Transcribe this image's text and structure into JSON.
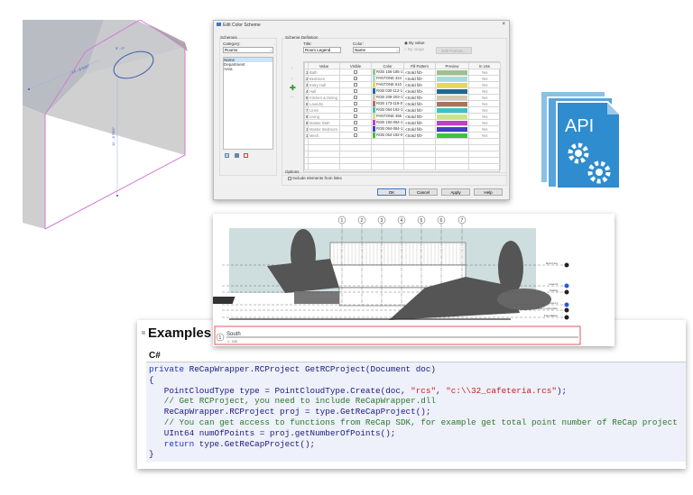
{
  "dialog": {
    "title": "Edit Color Scheme",
    "close_label": "×",
    "schemes_label": "Schemes",
    "category_label": "Category:",
    "category_value": "Rooms",
    "schemes_list": [
      "Name",
      "Department",
      "Area"
    ],
    "scheme_definition_label": "Scheme Definition",
    "title_label": "Title:",
    "title_value": "Room Legend",
    "color_label": "Color:",
    "color_value": "Name",
    "by_value_label": "By value",
    "by_range_label": "By range",
    "edit_format_label": "Edit Format...",
    "columns": [
      "Value",
      "Visible",
      "Color",
      "Fill Pattern",
      "Preview",
      "In Use"
    ],
    "rows": [
      {
        "num": "1",
        "value": "Bath",
        "color": "RGB 156-185-1",
        "hex": "#9dc08f",
        "fill": "<Solid fill>",
        "in_use": "Yes"
      },
      {
        "num": "2",
        "value": "Bedroom",
        "color": "PANTONE 324",
        "hex": "#a8dcd8",
        "fill": "<Solid fill>",
        "in_use": "Yes"
      },
      {
        "num": "3",
        "value": "Entry Hall",
        "color": "PANTONE 610",
        "hex": "#e4d85a",
        "fill": "<Solid fill>",
        "in_use": "Yes"
      },
      {
        "num": "4",
        "value": "Hall",
        "color": "RGB 030-112-1",
        "hex": "#1f6a8e",
        "fill": "<Solid fill>",
        "in_use": "Yes"
      },
      {
        "num": "5",
        "value": "Kitchen & Dining",
        "color": "RGB 209-203-1",
        "hex": "#d3c9b1",
        "fill": "<Solid fill>",
        "in_use": "Yes"
      },
      {
        "num": "6",
        "value": "Laundry",
        "color": "RGB 173-118-0",
        "hex": "#ad715c",
        "fill": "<Solid fill>",
        "in_use": "Yes"
      },
      {
        "num": "7",
        "value": "Linen",
        "color": "RGB 064-192-1",
        "hex": "#40c0c0",
        "fill": "<Solid fill>",
        "in_use": "Yes"
      },
      {
        "num": "8",
        "value": "Living",
        "color": "PANTONE 366",
        "hex": "#c8e58a",
        "fill": "<Solid fill>",
        "in_use": "Yes"
      },
      {
        "num": "9",
        "value": "Master Bath",
        "color": "RGB 192-064-1",
        "hex": "#c040c0",
        "fill": "<Solid fill>",
        "in_use": "Yes"
      },
      {
        "num": "1",
        "value": "Master Bedroom",
        "color": "RGB 064-064-1",
        "hex": "#4040c0",
        "fill": "<Solid fill>",
        "in_use": "Yes"
      },
      {
        "num": "1",
        "value": "Mech.",
        "color": "RGB 064-192-0",
        "hex": "#40c040",
        "fill": "<Solid fill>",
        "in_use": "Yes"
      }
    ],
    "options_label": "Options",
    "include_links_label": "Include elements from links",
    "buttons": {
      "ok": "OK",
      "cancel": "Cancel",
      "apply": "Apply",
      "help": "Help"
    }
  },
  "model_view": {
    "dim_1": "14' - 8 5/32\"",
    "dim_2": "5' - 0\"",
    "dim_3": "11' - 8 7/64\""
  },
  "api_icon": {
    "label": "API",
    "color": "#2e8ccf"
  },
  "elevation": {
    "grid_labels": [
      "1",
      "2",
      "3",
      "4",
      "5",
      "6",
      "7"
    ],
    "levels": [
      "Roof Line",
      "Level 2",
      "Ceiling",
      "Level 1",
      "Level 1 Living Rm",
      "Foundation"
    ],
    "view_number": "1",
    "view_name": "South",
    "scale": "1 : 100"
  },
  "examples": {
    "heading": "Examples",
    "language": "C#",
    "code": [
      [
        [
          "kw",
          "private "
        ],
        [
          "",
          "ReCapWrapper.RCProject GetRCProject(Document doc)"
        ]
      ],
      [
        [
          "",
          "{"
        ]
      ],
      [
        [
          "",
          "   PointCloudType type = PointCloudType.Create(doc, "
        ],
        [
          "str",
          "\"rcs\""
        ],
        [
          "",
          ", "
        ],
        [
          "str",
          "\"c:\\\\32_cafeteria.rcs\""
        ],
        [
          "",
          ");"
        ]
      ],
      [
        [
          "cm",
          "   // Get RCProject, you need to include ReCapWrapper.dll"
        ]
      ],
      [
        [
          "",
          "   ReCapWrapper.RCProject proj = type.GetReCapProject();"
        ]
      ],
      [
        [
          "cm",
          "   // You can get access to functions from ReCap SDK, for example get total point number of ReCap project"
        ]
      ],
      [
        [
          "",
          "   UInt64 numOfPoints = proj.getNumberOfPoints();"
        ]
      ],
      [
        [
          "kw",
          "   return "
        ],
        [
          "",
          "type.GetReCapProject();"
        ]
      ],
      [
        [
          "",
          "}"
        ]
      ]
    ]
  }
}
